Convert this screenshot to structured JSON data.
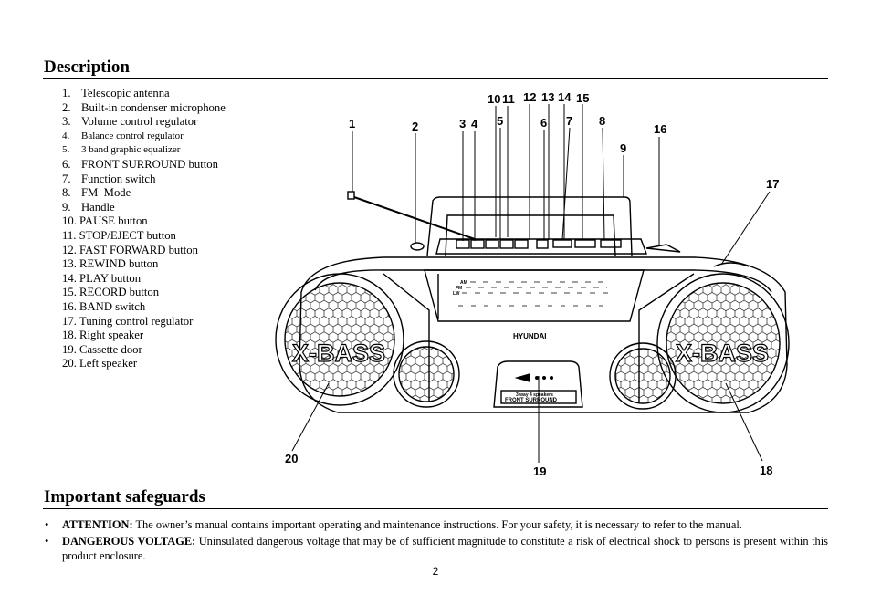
{
  "description": {
    "title": "Description",
    "items": [
      {
        "num": "1.",
        "text": "Telescopic antenna"
      },
      {
        "num": "2.",
        "text": "Built-in condenser microphone"
      },
      {
        "num": "3.",
        "text": "Volume control regulator"
      },
      {
        "num": "4.",
        "text": "Balance control regulator"
      },
      {
        "num": "5.",
        "text": "3 band graphic equalizer"
      },
      {
        "num": "6.",
        "text": "FRONT SURROUND button"
      },
      {
        "num": "7.",
        "text": "Function switch"
      },
      {
        "num": "8.",
        "text": "FM  Mode"
      },
      {
        "num": "9.",
        "text": "Handle"
      },
      {
        "num": "10.",
        "text": "PAUSE button"
      },
      {
        "num": "11.",
        "text": "STOP/EJECT button"
      },
      {
        "num": "12.",
        "text": "FAST FORWARD button"
      },
      {
        "num": "13.",
        "text": "REWIND button"
      },
      {
        "num": "14.",
        "text": "PLAY button"
      },
      {
        "num": "15.",
        "text": "RECORD button"
      },
      {
        "num": "16.",
        "text": "BAND switch"
      },
      {
        "num": "17.",
        "text": "Tuning control regulator"
      },
      {
        "num": "18.",
        "text": "Right speaker"
      },
      {
        "num": "19.",
        "text": "Cassette door"
      },
      {
        "num": "20.",
        "text": "Left speaker"
      }
    ]
  },
  "diagram": {
    "callouts": [
      "1",
      "2",
      "3",
      "4",
      "5",
      "6",
      "7",
      "8",
      "9",
      "10",
      "11",
      "12",
      "13",
      "14",
      "15",
      "16",
      "17",
      "18",
      "19",
      "20"
    ],
    "speaker_left_label": "X-BASS",
    "speaker_right_label": "X-BASS",
    "brand": "HYUNDAI",
    "surround_label": "FRONT SURROUND",
    "surround_sublabel": "3 way 4 speakers",
    "dial_am": "AM",
    "dial_fm": "FM",
    "dial_lw": "LW"
  },
  "safeguards": {
    "title": "Important safeguards",
    "items": [
      {
        "bullet": "•",
        "label": "ATTENTION:",
        "text": " The owner’s manual contains important operating and maintenance instructions. For your safety, it is necessary to refer to the manual."
      },
      {
        "bullet": "•",
        "label": "DANGEROUS VOLTAGE:",
        "text": " Uninsulated dangerous voltage that may be of sufficient magnitude to constitute a risk of electrical shock to persons is present within this product enclosure."
      }
    ]
  },
  "page_number": "2"
}
